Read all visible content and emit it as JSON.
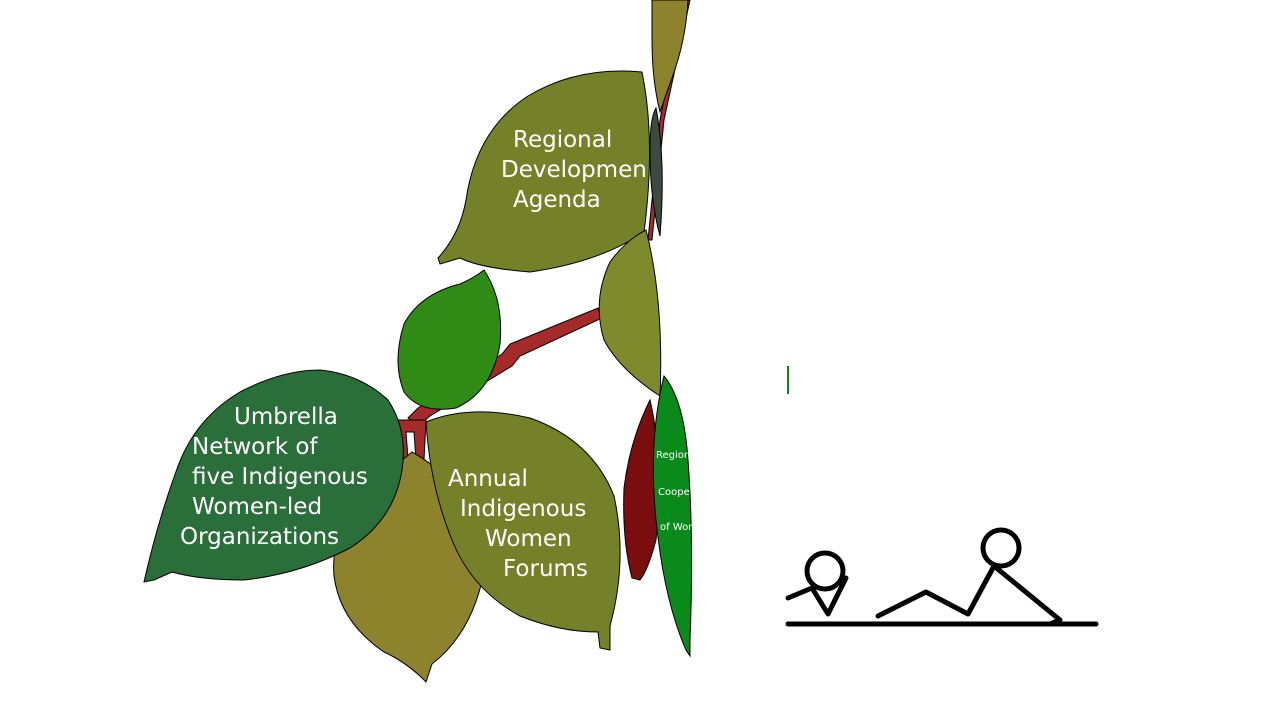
{
  "leaves": {
    "regional_development": {
      "lines": [
        "Regional",
        "Developmen",
        "Agenda"
      ]
    },
    "umbrella_network": {
      "lines": [
        "Umbrella",
        "Network of",
        "five Indigenous",
        "Women-led",
        "Organizations"
      ]
    },
    "annual_forums": {
      "lines": [
        "Annual",
        "Indigenous",
        "Women",
        "Forums"
      ]
    },
    "regional_cooperation": {
      "lines": [
        "Regional",
        "Cooperation",
        "of Women"
      ]
    }
  },
  "colors": {
    "background": "#ffffff",
    "stem": "#a52a2a",
    "olive": "#748129",
    "olive_light": "#7f8a2d",
    "ochre": "#8c832c",
    "dark_green": "#2a6f3a",
    "bright_green": "#2f8a16",
    "leaf_green": "#0b8a1c",
    "dark_red": "#7a0d0d",
    "slate": "#3b4b40",
    "stick_figure": "#000000"
  },
  "icons": {
    "figures": "stick-figures-icon"
  }
}
